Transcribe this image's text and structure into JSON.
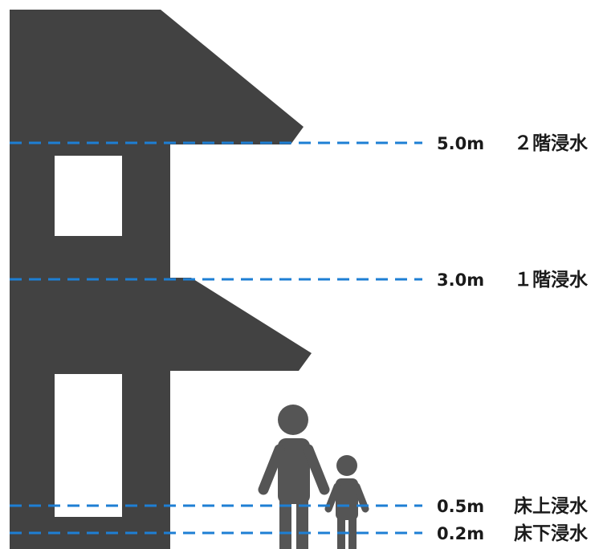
{
  "colors": {
    "building": "#424242",
    "window": "#ffffff",
    "person": "#555555",
    "level_line": "#1e7fd4",
    "text": "#1a1a1a"
  },
  "levels": [
    {
      "height": "5.0m",
      "label": "２階浸水"
    },
    {
      "height": "3.0m",
      "label": "１階浸水"
    },
    {
      "height": "0.5m",
      "label": "床上浸水"
    },
    {
      "height": "0.2m",
      "label": "床下浸水"
    }
  ],
  "icons": {
    "building": "house-silhouette-icon",
    "adult": "adult-person-icon",
    "child": "child-person-icon"
  }
}
